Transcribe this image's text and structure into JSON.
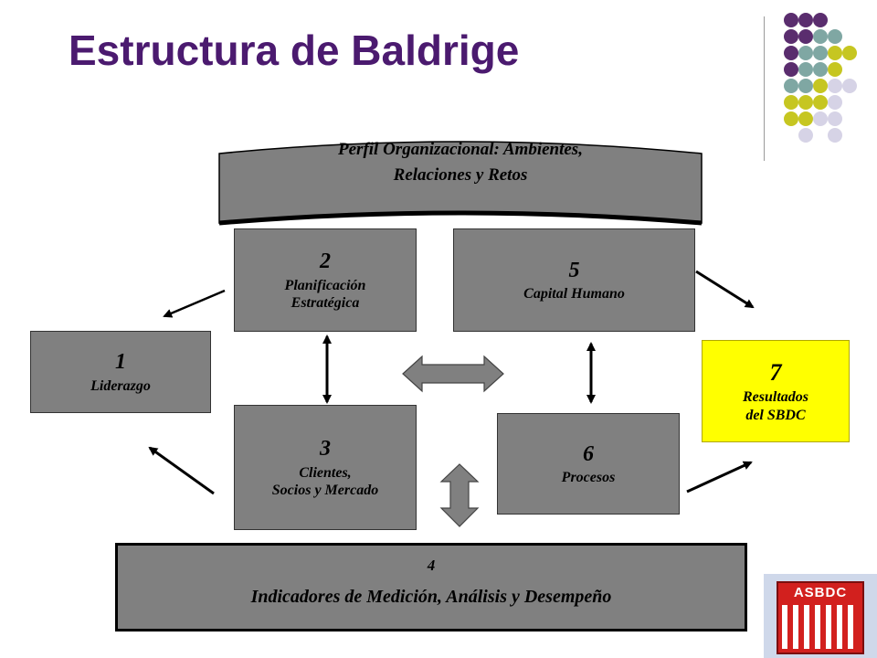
{
  "slide": {
    "title": "Estructura de Baldrige"
  },
  "banner": {
    "line1": "Perfil Organizacional: Ambientes,",
    "line2": "Relaciones y Retos"
  },
  "boxes": {
    "b1": {
      "num": "1",
      "line1": "Liderazgo"
    },
    "b2": {
      "num": "2",
      "line1": "Planificación",
      "line2": "Estratégica"
    },
    "b3": {
      "num": "3",
      "line1": "Clientes,",
      "line2": "Socios y Mercado"
    },
    "b4": {
      "num": "4",
      "line1": "Indicadores de Medición, Análisis y Desempeño"
    },
    "b5": {
      "num": "5",
      "line1": "Capital Humano"
    },
    "b6": {
      "num": "6",
      "line1": "Procesos"
    },
    "b7": {
      "num": "7",
      "line1": "Resultados",
      "line2": "del SBDC"
    }
  },
  "logo": {
    "text": "ASBDC",
    "icon": "asbdc-logo-icon"
  },
  "colors": {
    "title": "#4b1a6f",
    "box_fill": "#808080",
    "results_fill": "#ffff00",
    "dot_purple": "#5a2d6e",
    "dot_teal": "#7fa7a3",
    "dot_olive": "#c6c621",
    "dot_lavender": "#d6d3e6"
  }
}
